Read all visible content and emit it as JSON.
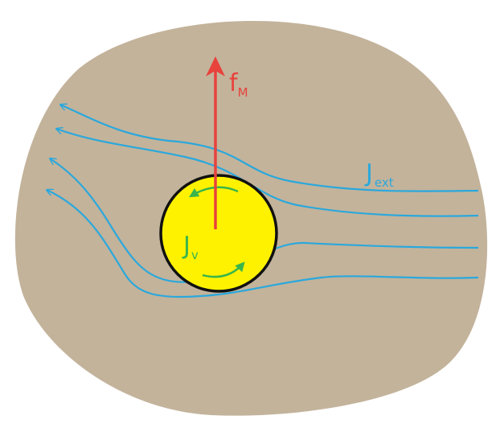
{
  "colors": {
    "background": "#c3b39b",
    "current_lines": "#2aa8dc",
    "force_arrow": "#e8423c",
    "vortex_fill": "#fff200",
    "vortex_border": "#111111",
    "circulation_arrows": "#3ab54a"
  },
  "labels": {
    "force_main": "f",
    "force_sub": "M",
    "current_main": "J",
    "current_sub": "ext",
    "vortex_main": "J",
    "vortex_sub": "v"
  }
}
